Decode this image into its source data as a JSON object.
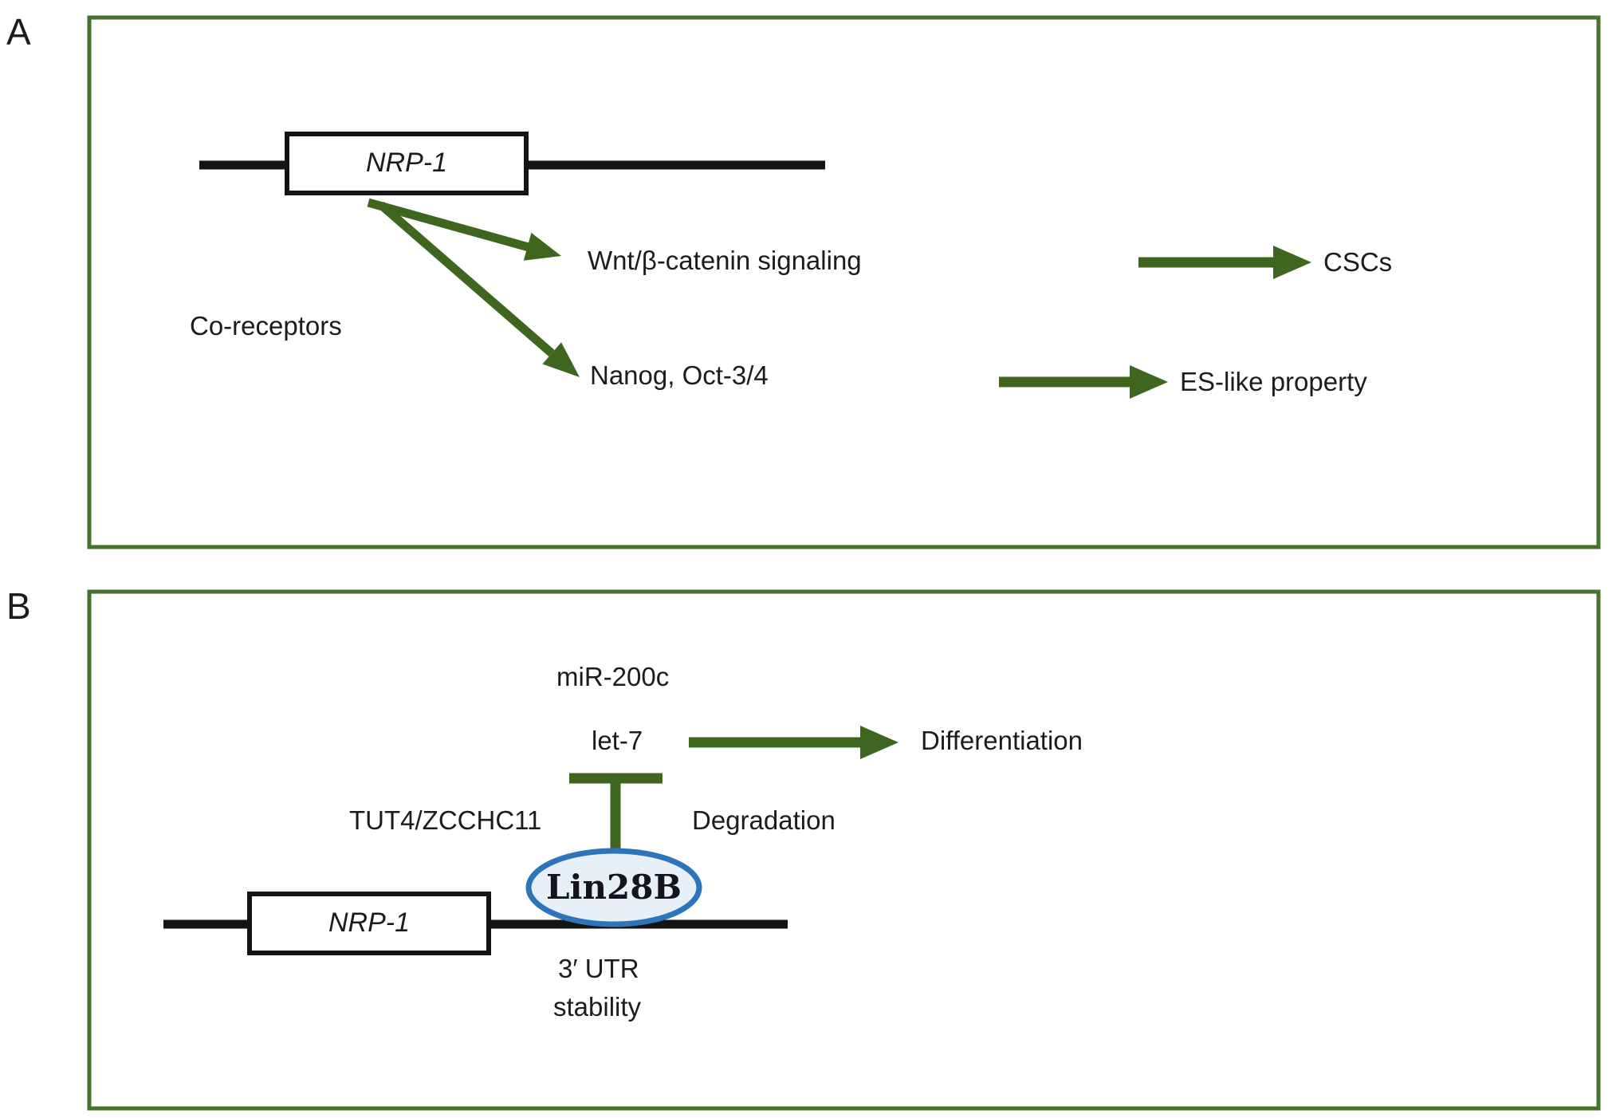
{
  "panel_a": {
    "label": "A",
    "gene_label": "NRP-1",
    "co_receptors": "Co-receptors",
    "wnt_signaling": "Wnt/β-catenin signaling",
    "nanog_oct": "Nanog, Oct-3/4",
    "cscs": "CSCs",
    "es_like": "ES-like property"
  },
  "panel_b": {
    "label": "B",
    "mir_200c": "miR-200c",
    "let_7": "let-7",
    "differentiation": "Differentiation",
    "tut4": "TUT4/ZCCHC11",
    "degradation": "Degradation",
    "lin28b": "Lin28B",
    "gene_label": "NRP-1",
    "utr": "3′ UTR",
    "stability": "stability"
  },
  "colors": {
    "arrow_green": "#3e661f",
    "border_green": "#47722d",
    "line_black": "#141414",
    "ellipse_stroke": "#2e74b8",
    "ellipse_fill": "#e7eff8"
  }
}
